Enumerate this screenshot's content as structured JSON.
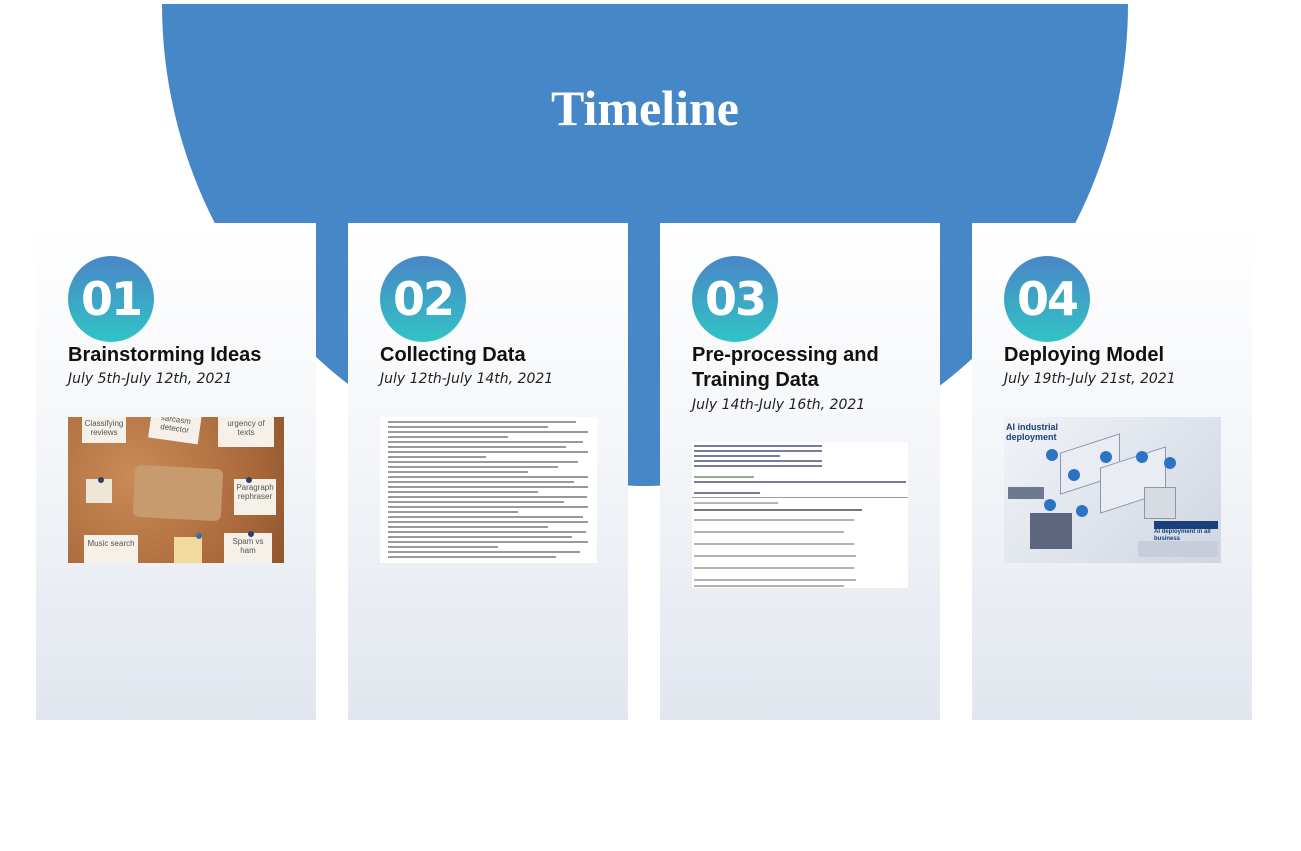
{
  "header": {
    "title": "Timeline"
  },
  "cards": [
    {
      "number": "01",
      "title": "Brainstorming Ideas",
      "date": "July 5th-July 12th, 2021",
      "image": {
        "icon": "corkboard-image",
        "notes": [
          "Classifying reviews",
          "sarcasm detector",
          "urgency of texts",
          "Paragraph rephraser",
          "Music search",
          "Spam vs ham"
        ]
      }
    },
    {
      "number": "02",
      "title": "Collecting Data",
      "date": "July 12th-July 14th, 2021",
      "image": {
        "icon": "text-dataset-image"
      }
    },
    {
      "number": "03",
      "title": "Pre-processing and Training Data",
      "date": "July 14th-July 16th, 2021",
      "image": {
        "icon": "model-summary-code-image"
      }
    },
    {
      "number": "04",
      "title": "Deploying Model",
      "date": "July 19th-July 21st, 2021",
      "image": {
        "icon": "ai-industrial-deployment-image",
        "caption": "AI industrial deployment",
        "sub_caption": "AI deployment in all business"
      }
    }
  ],
  "colors": {
    "accent_blue": "#4687c8",
    "badge_teal": "#31c4c6"
  }
}
